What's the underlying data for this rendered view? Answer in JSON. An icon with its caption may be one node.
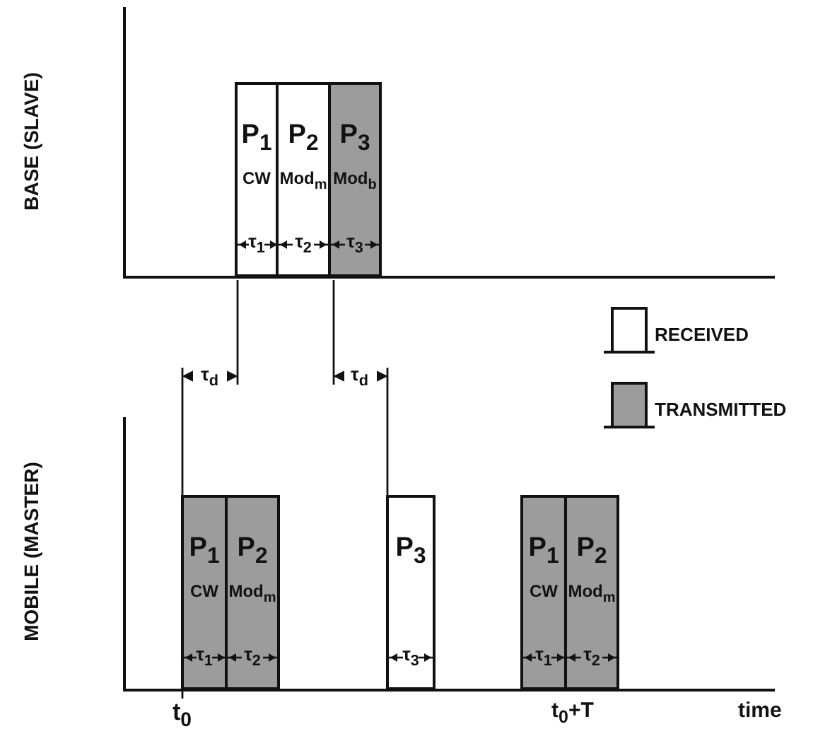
{
  "diagram": {
    "nodes": [
      {
        "text": [
          "P$_{1}$",
          "CW",
          "τ$_{1}$"
        ]
      },
      {
        "text": [
          "P$_{2}$",
          "Mod$_{m}$",
          "τ$_{2}$"
        ]
      },
      {
        "text": [
          "P$_{3}$",
          "Mod$_{b}$",
          "τ$_{3}$"
        ]
      },
      {
        "text": [
          "P$_{1}$",
          "CW",
          "τ$_{1}$"
        ]
      },
      {
        "text": [
          "P$_{2}$",
          "Mod$_{m}$",
          "τ$_{2}$"
        ]
      },
      {
        "text": [
          "P$_{3}$",
          "τ$_{3}$"
        ]
      },
      {
        "text": [
          "P$_{1}$",
          "CW",
          "τ$_{1}$"
        ]
      },
      {
        "text": [
          "P$_{2}$",
          "Mod$_{m}$",
          "τ$_{2}$"
        ]
      }
    ],
    "labels": [
      "BASE (SLAVE)",
      "τ$_{d}$",
      "τ$_{d}$",
      "MOBILE (MASTER)",
      "t$_{0}$",
      "t$_{0}$+T",
      "time"
    ],
    "legend": [
      {
        "text": "RECEIVED",
        "color": "#ffffff"
      },
      {
        "text": "TRANSMITTED",
        "color": "#9c9c9c"
      }
    ]
  }
}
